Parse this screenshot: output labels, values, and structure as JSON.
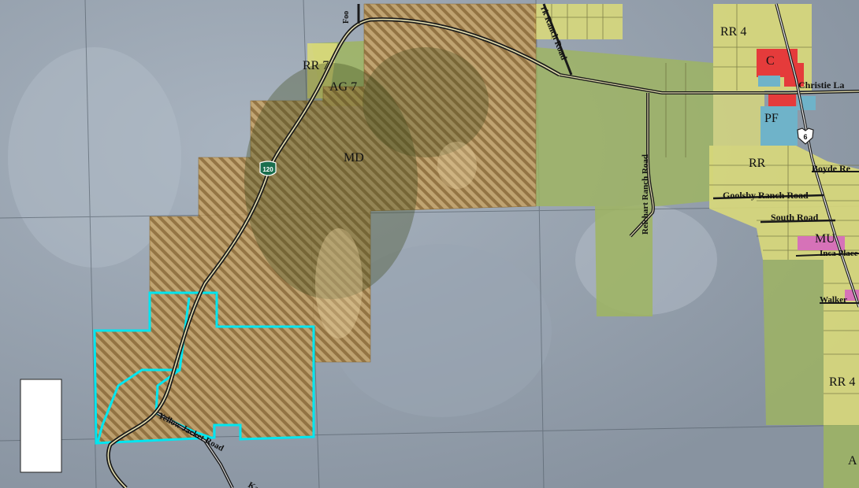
{
  "colors": {
    "imagery_base": "#8e9aa6",
    "imagery_light": "#a8b3bf",
    "mining_district": "#c9a15e",
    "mining_hatch": "#6f4e1e",
    "rural_residential": "#d9d97a",
    "agriculture": "#9fb560",
    "commercial": "#e53b3b",
    "public_facility": "#6fb3c9",
    "mixed_use": "#d672b8",
    "parcel_outline": "#00e6f0",
    "road": "#2a2a2a"
  },
  "zones": {
    "rr_7": "RR 7",
    "ag_7": "AG 7",
    "md": "MD",
    "rr_4_top": "RR 4",
    "commercial": "C",
    "public_facility": "PF",
    "rr": "RR",
    "mu": "MU",
    "rr_4_bottom": "RR 4",
    "a_edge": "A"
  },
  "roads": {
    "christie_lane": "Christie La",
    "boyde_ranch_road": "Boyde Re",
    "goolsby_ranch_road": "Goolsby Ranch Road",
    "south_road": "South Road",
    "inca_place": "Inca Place",
    "walker": "Walker",
    "reichart_ranch_road": "Reichart Ranch Road",
    "ranch_road_top": "rk Ranch Road",
    "yellow_jacket_road": "Yellow Jacket Road",
    "foo_partial": "Foo",
    "k_partial": "Ka"
  },
  "shields": {
    "state_route": "120",
    "us_route": "6"
  },
  "legend_box": ""
}
